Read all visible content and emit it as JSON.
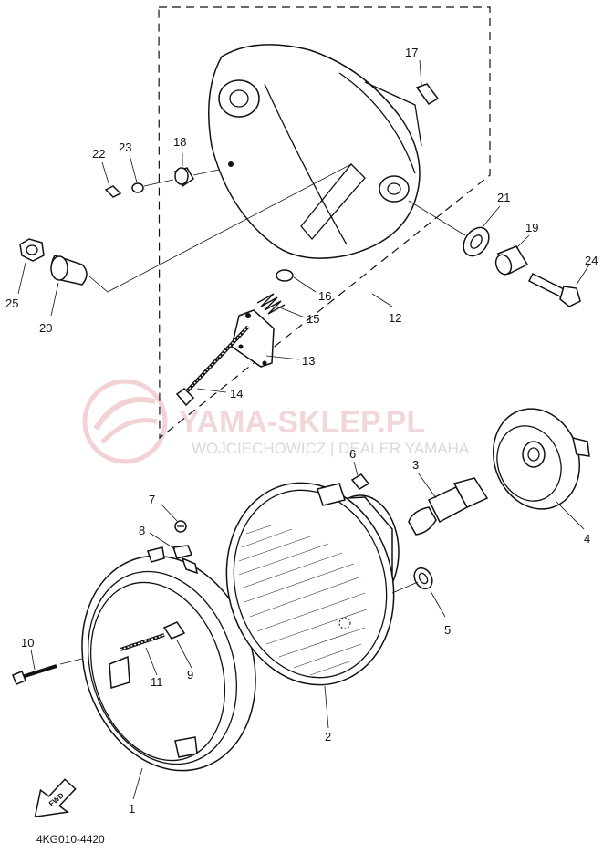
{
  "diagram": {
    "part_code": "4KG010-4420",
    "fwd_label": "FWD",
    "watermark": {
      "title": "YAMA-SKLEP.PL",
      "subtitle": "WOJCIECHOWICZ | DEALER YAMAHA"
    },
    "callouts": [
      "1",
      "2",
      "3",
      "4",
      "5",
      "6",
      "7",
      "8",
      "9",
      "10",
      "11",
      "12",
      "13",
      "14",
      "15",
      "16",
      "17",
      "18",
      "19",
      "20",
      "21",
      "22",
      "23",
      "24",
      "25"
    ]
  }
}
